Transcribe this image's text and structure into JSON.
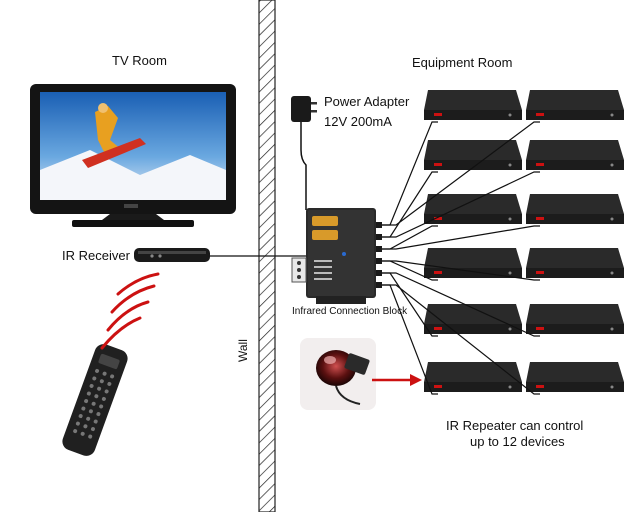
{
  "labels": {
    "tv_room": "TV Room",
    "equipment_room": "Equipment Room",
    "power_adapter": "Power Adapter",
    "power_spec": "12V 200mA",
    "ir_receiver": "IR Receiver",
    "wall": "Wall",
    "connection_block": "Infrared Connection Block",
    "repeater_line1": "IR Repeater can control",
    "repeater_line2": "up to 12 devices"
  },
  "device_count": 12,
  "colors": {
    "device_body": "#1c1c1c",
    "led": "#cc1111",
    "arrow": "#cc1111",
    "block_body": "#2a2a2a",
    "block_accent": "#d89a2a"
  }
}
